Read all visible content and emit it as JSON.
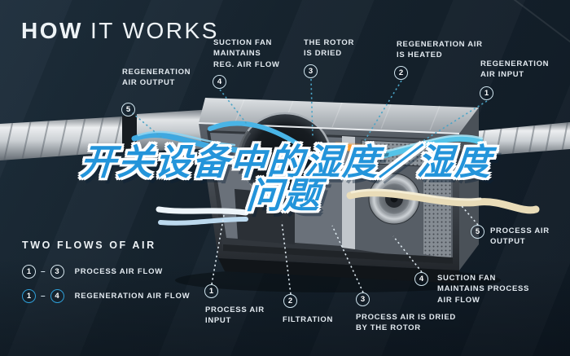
{
  "title": {
    "bold": "HOW",
    "light": "IT WORKS"
  },
  "headline": {
    "line1": "开关设备中的湿度／湿度",
    "line2": "问题"
  },
  "callouts": {
    "top": [
      {
        "num": "5",
        "label": "REGENERATION\nAIR OUTPUT"
      },
      {
        "num": "4",
        "label": "SUCTION FAN\nMAINTAINS\nREG. AIR FLOW"
      },
      {
        "num": "3",
        "label": "THE ROTOR\nIS DRIED"
      },
      {
        "num": "2",
        "label": "REGENERATION AIR\nIS HEATED"
      },
      {
        "num": "1",
        "label": "REGENERATION\nAIR INPUT"
      }
    ],
    "bottom": [
      {
        "num": "1",
        "label": "PROCESS AIR\nINPUT"
      },
      {
        "num": "2",
        "label": "FILTRATION"
      },
      {
        "num": "3",
        "label": "PROCESS AIR IS DRIED\nBY THE ROTOR"
      },
      {
        "num": "4",
        "label": "SUCTION FAN\nMAINTAINS PROCESS\nAIR FLOW"
      },
      {
        "num": "5",
        "label": "PROCESS AIR\nOUTPUT"
      }
    ]
  },
  "legend": {
    "heading": "TWO FLOWS OF AIR",
    "dash": "–",
    "rows": [
      {
        "from": "1",
        "to": "3",
        "label": "PROCESS AIR FLOW",
        "style": "white"
      },
      {
        "from": "1",
        "to": "4",
        "label": "REGENERATION AIR FLOW",
        "style": "blue"
      }
    ]
  },
  "colors": {
    "background": "#17242f",
    "headline_blue": "#2394da",
    "flow_blue": "#45b0e4",
    "flow_cyan": "#55c4e8",
    "flow_tan": "#e9dcb8",
    "heater_orange": "#ff8d1e",
    "leader_teal": "#4aa4c6",
    "leader_white": "#dce7ee"
  }
}
